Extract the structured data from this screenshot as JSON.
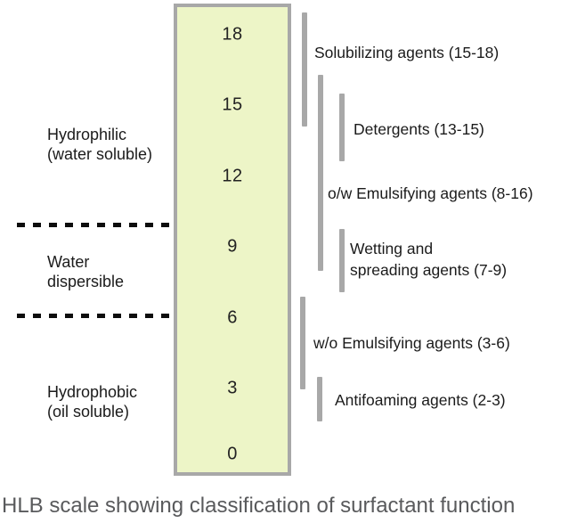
{
  "caption": "HLB scale showing classification of surfactant function",
  "colors": {
    "scale_fill": "#edf5c7",
    "scale_border": "#a8a8a8",
    "range_bar": "#a8a8a8",
    "label_text": "#1b1b1b",
    "caption_text": "#595a5c",
    "dash_line": "#0d0d0d"
  },
  "scale": {
    "ticks": [
      "18",
      "15",
      "12",
      "9",
      "6",
      "3",
      "0"
    ],
    "min": 0,
    "max": 18
  },
  "left_labels": {
    "hydrophilic": {
      "line1": "Hydrophilic",
      "line2": "(water soluble)"
    },
    "water_dispersible": {
      "line1": "Water",
      "line2": "dispersible"
    },
    "hydrophobic": {
      "line1": "Hydrophobic",
      "line2": "(oil soluble)"
    }
  },
  "right_labels": {
    "solubilizing": "Solubilizing agents (15-18)",
    "detergents": "Detergents (13-15)",
    "ow_emulsifying": "o/w Emulsifying agents (8-16)",
    "wetting_line1": "Wetting and",
    "wetting_line2": "spreading agents (7-9)",
    "wo_emulsifying": "w/o Emulsifying agents (3-6)",
    "antifoaming": "Antifoaming agents (2-3)"
  },
  "ranges": [
    {
      "label": "Solubilizing agents",
      "range": [
        15,
        18
      ]
    },
    {
      "label": "Detergents",
      "range": [
        13,
        15
      ]
    },
    {
      "label": "o/w Emulsifying agents",
      "range": [
        8,
        16
      ]
    },
    {
      "label": "Wetting and spreading agents",
      "range": [
        7,
        9
      ]
    },
    {
      "label": "w/o Emulsifying agents",
      "range": [
        3,
        6
      ]
    },
    {
      "label": "Antifoaming agents",
      "range": [
        2,
        3
      ]
    }
  ]
}
